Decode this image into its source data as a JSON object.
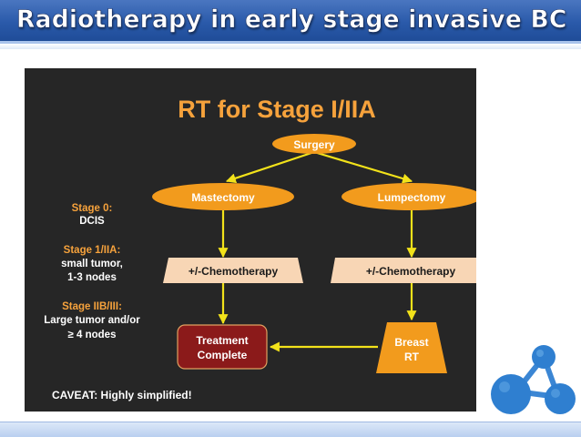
{
  "slide": {
    "title": "Radiotherapy in early stage invasive BC"
  },
  "figure": {
    "heading": "RT for Stage I/IIA",
    "nodes": {
      "surgery": "Surgery",
      "mastectomy": "Mastectomy",
      "lumpectomy": "Lumpectomy",
      "chemo_left": "+/-Chemotherapy",
      "chemo_right": "+/-Chemotherapy",
      "treatment_complete_line1": "Treatment",
      "treatment_complete_line2": "Complete",
      "breast_rt_line1": "Breast",
      "breast_rt_line2": "RT"
    },
    "stages": [
      {
        "name": "Stage 0:",
        "detail_lines": [
          "DCIS"
        ]
      },
      {
        "name": "Stage 1/IIA:",
        "detail_lines": [
          "small tumor,",
          "1-3 nodes"
        ]
      },
      {
        "name": "Stage IIB/III:",
        "detail_lines": [
          "Large tumor and/or",
          "≥ 4 nodes"
        ]
      }
    ],
    "caveat": "CAVEAT: Highly simplified!"
  },
  "logo": {
    "icon": "molecule-logo-icon"
  },
  "colors": {
    "title_bar": "#2a5aaa",
    "figure_background": "#262626",
    "heading": "#f6a23c",
    "oval_fill": "#f29b1d",
    "arrow": "#f2e21a",
    "chemo_box": "#f8d6b5",
    "treatment_box": "#8b1a1a",
    "stage_label": "#f6a23c",
    "logo": "#2f7fd0"
  }
}
